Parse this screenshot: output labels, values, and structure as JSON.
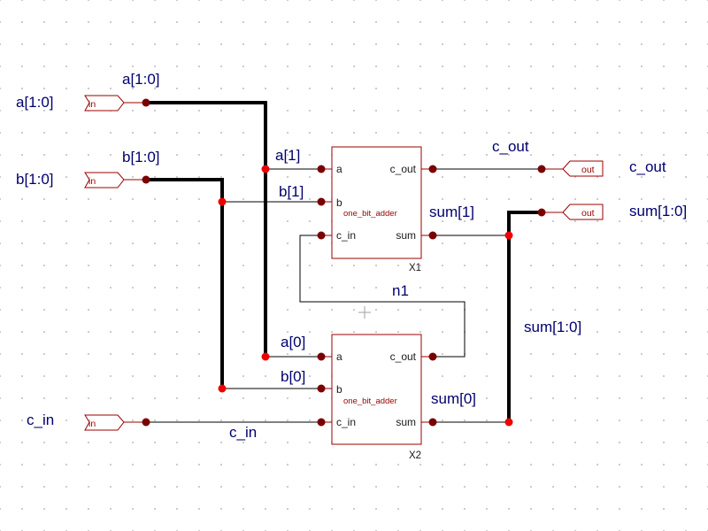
{
  "ports": {
    "in_a": {
      "name": "a[1:0]",
      "dir": "in"
    },
    "in_b": {
      "name": "b[1:0]",
      "dir": "in"
    },
    "in_cin": {
      "name": "c_in",
      "dir": "in"
    },
    "out_cout": {
      "name": "c_out",
      "dir": "out"
    },
    "out_sum": {
      "name": "sum[1:0]",
      "dir": "out"
    }
  },
  "nets": {
    "a_bus": "a[1:0]",
    "b_bus": "b[1:0]",
    "a1": "a[1]",
    "b1": "b[1]",
    "a0": "a[0]",
    "b0": "b[0]",
    "c_out": "c_out",
    "sum1": "sum[1]",
    "sum0": "sum[0]",
    "sum_bus": "sum[1:0]",
    "n1": "n1",
    "c_in": "c_in"
  },
  "instances": [
    {
      "name": "X1",
      "cell": "one_bit_adder",
      "pins": {
        "a": "a",
        "b": "b",
        "c_in": "c_in",
        "c_out": "c_out",
        "sum": "sum"
      }
    },
    {
      "name": "X2",
      "cell": "one_bit_adder",
      "pins": {
        "a": "a",
        "b": "b",
        "c_in": "c_in",
        "c_out": "c_out",
        "sum": "sum"
      }
    }
  ],
  "colors": {
    "net_label": "#00006e",
    "symbol": "#9b0000",
    "pin_dot": "#7a0000",
    "junction": "#ee0000",
    "wire": "#000000",
    "grid_dot": "#c4c4c4"
  }
}
